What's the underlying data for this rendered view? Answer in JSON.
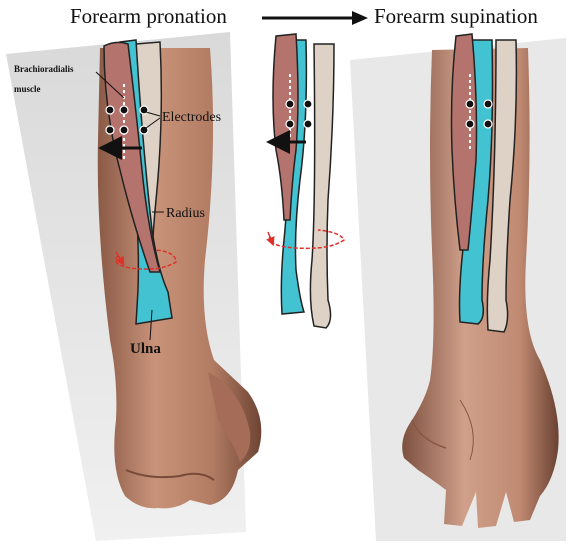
{
  "titles": {
    "left": "Forearm pronation",
    "right": "Forearm supination"
  },
  "labels": {
    "brachioradialis_line1": "Brachioradialis",
    "brachioradialis_line2": "muscle",
    "electrodes": "Electrodes",
    "radius": "Radius",
    "ulna": "Ulna"
  },
  "colors": {
    "muscle": "#b5736e",
    "ulna_bone": "#43c2d2",
    "radius_bone": "#ddd2c5",
    "skin": "#c9937a",
    "rotation_arrow": "#e0302a",
    "outline": "#222222"
  },
  "icons": {
    "transition_arrow": "right-arrow-icon",
    "rotation": "rotation-arrow-icon",
    "electrode": "electrode-dot-icon"
  }
}
